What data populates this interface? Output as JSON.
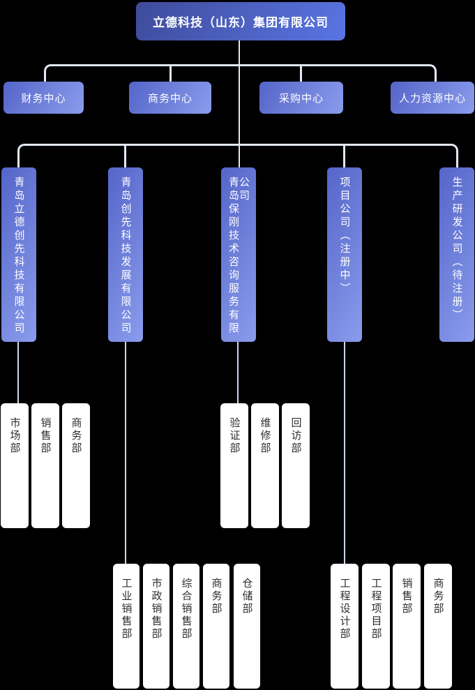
{
  "diagram_type": "org-chart",
  "title": "立德科技（山东）集团有限公司",
  "centers": [
    "财务中心",
    "商务中心",
    "采购中心",
    "人力资源中心"
  ],
  "companies": [
    {
      "name": "青岛立德创先科技有限公司",
      "departments": [
        "市场部",
        "销售部",
        "商务部"
      ]
    },
    {
      "name": "青岛创先科技发展有限公司",
      "departments": [
        "工业销售部",
        "市政销售部",
        "综合销售部",
        "商务部",
        "仓储部"
      ]
    },
    {
      "name": "青岛保刚技术咨询服务有限公司",
      "departments": [
        "验证部",
        "维修部",
        "回访部"
      ]
    },
    {
      "name": "项目公司（注册中）",
      "departments": [
        "工程设计部",
        "工程项目部",
        "销售部",
        "商务部"
      ]
    },
    {
      "name": "生产研发公司（待注册）",
      "departments": []
    }
  ],
  "colors": {
    "background": "#000000",
    "root_gradient_start": "#3e4b9a",
    "root_gradient_end": "#5873e0",
    "node_gradient_start": "#5565c9",
    "node_gradient_end": "#8a9cec",
    "connector_rail": "#e3e8f4",
    "connector_drop": "#ccd5ee",
    "department_bg": "#ffffff",
    "department_text": "#2d2d2d",
    "node_text": "#ffffff"
  }
}
